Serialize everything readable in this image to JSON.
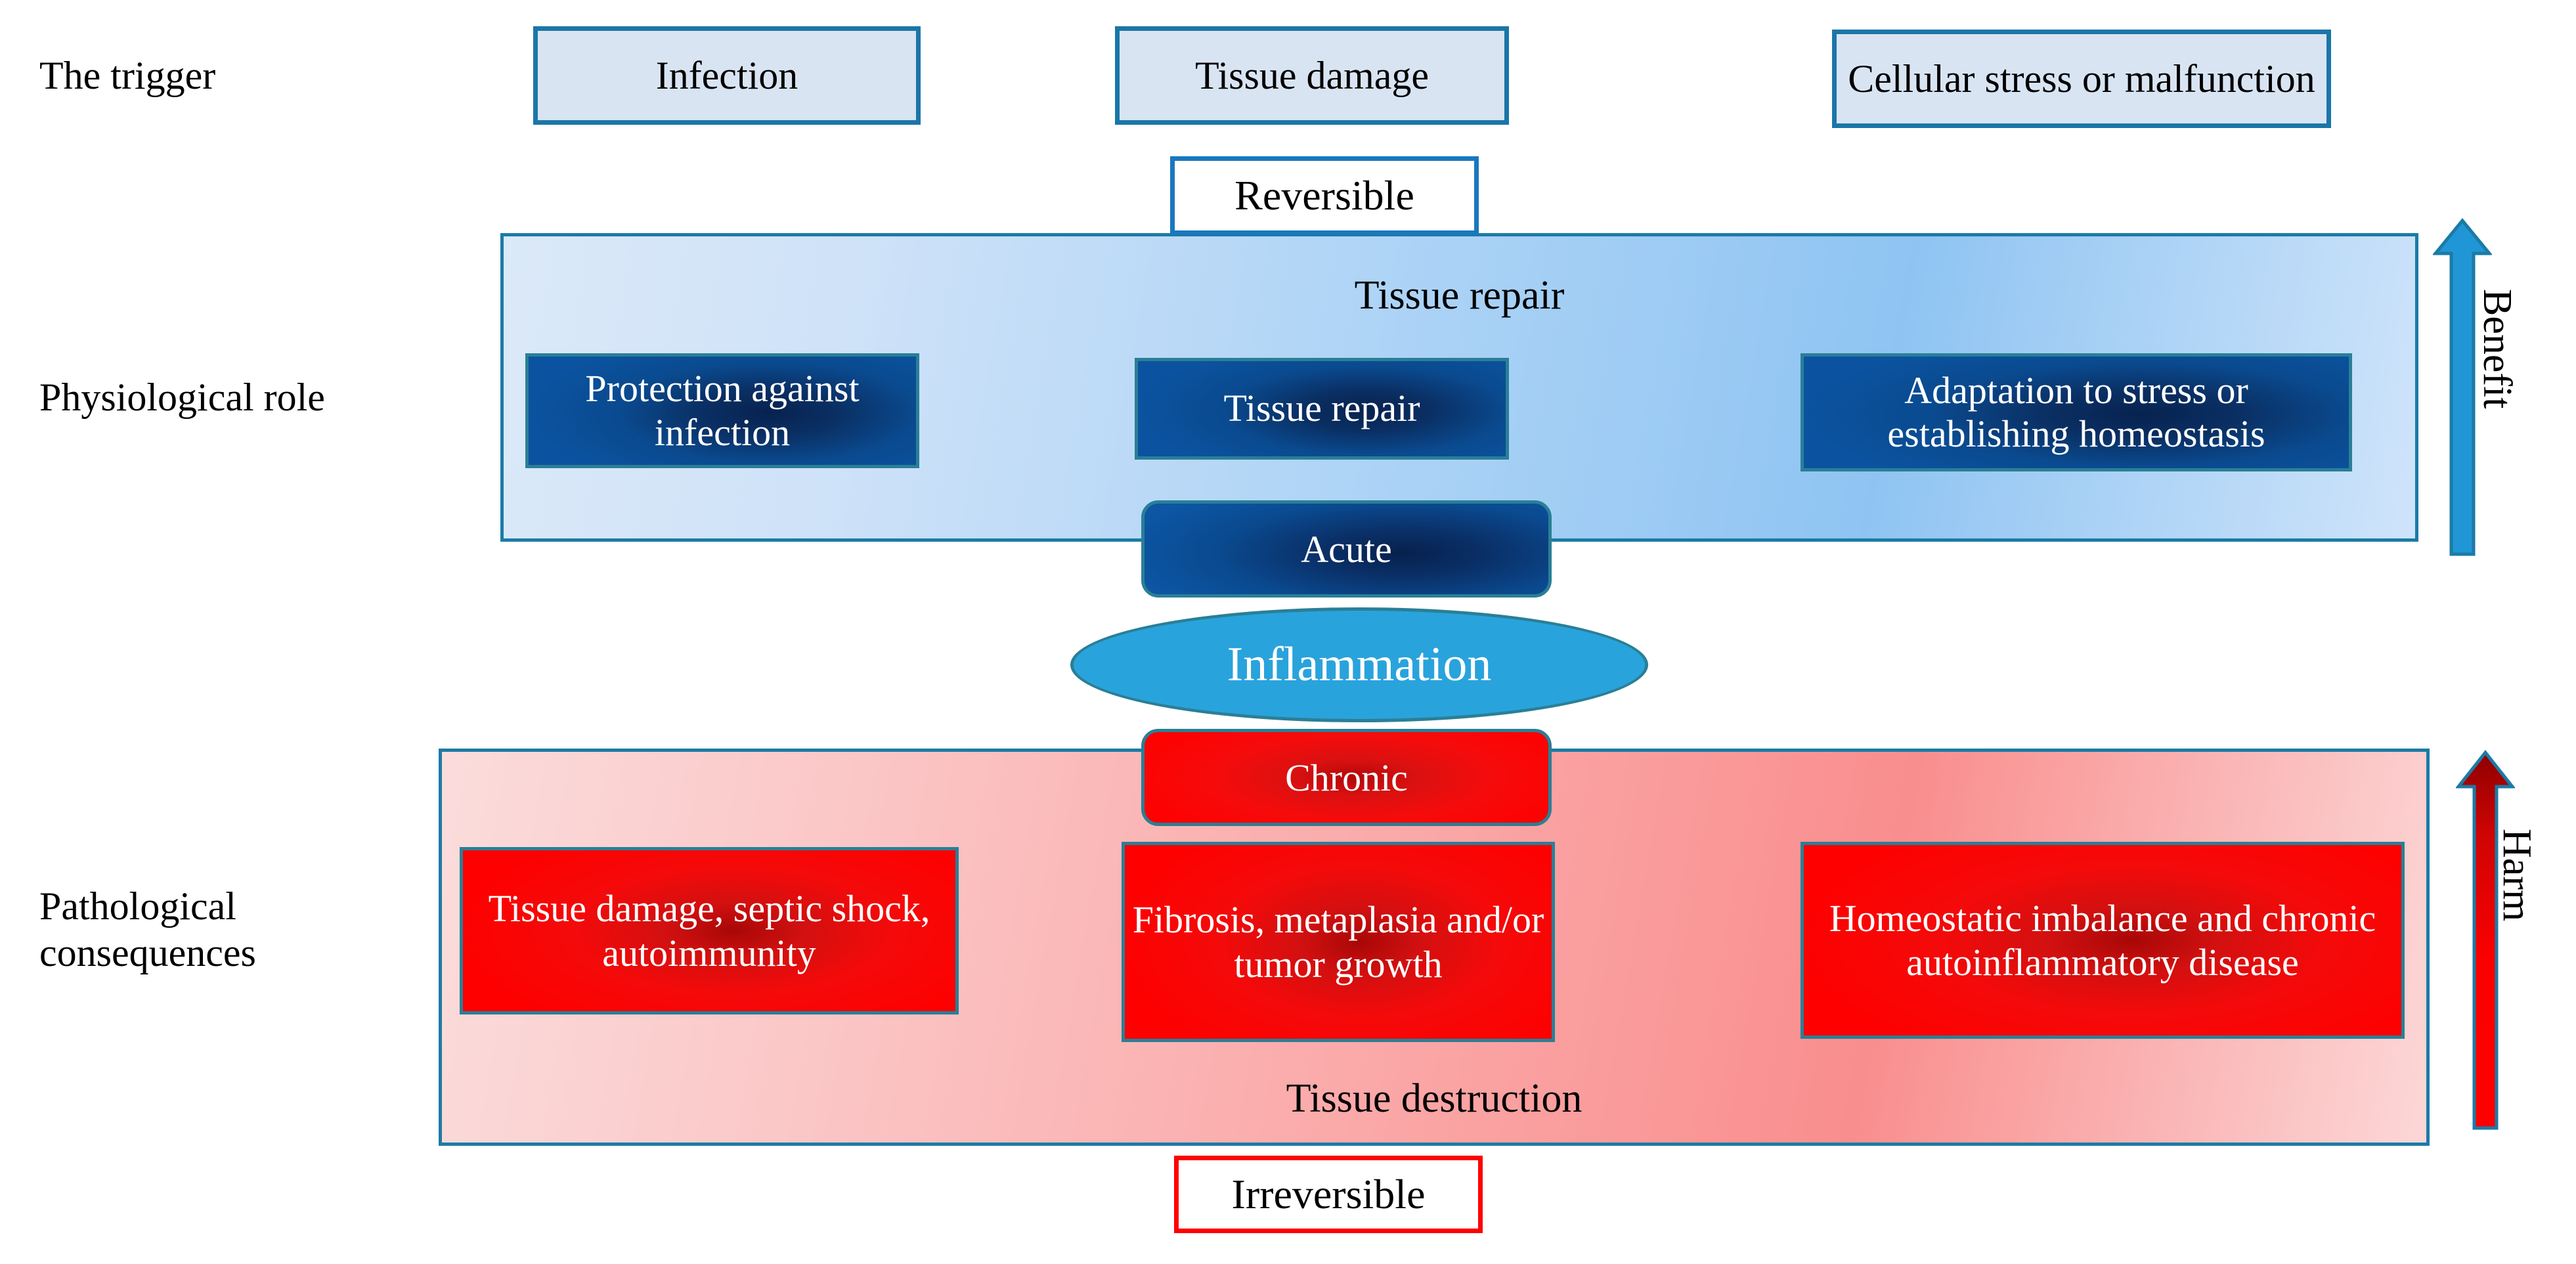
{
  "row_labels": [
    {
      "id": "trigger",
      "text": "The trigger"
    },
    {
      "id": "physiological",
      "text": "Physiological role"
    },
    {
      "id": "pathological",
      "text": "Pathological\nconsequences"
    }
  ],
  "triggers": [
    {
      "id": "infection",
      "label": "Infection"
    },
    {
      "id": "tissue-damage",
      "label": "Tissue damage"
    },
    {
      "id": "cellular-stress",
      "label": "Cellular stress or malfunction"
    }
  ],
  "states": {
    "reversible": "Reversible",
    "irreversible": "Irreversible"
  },
  "benefit_band": {
    "heading": "Tissue repair",
    "boxes": [
      {
        "id": "protection",
        "label": "Protection against infection"
      },
      {
        "id": "repair",
        "label": "Tissue repair"
      },
      {
        "id": "adaptation",
        "label": "Adaptation to stress or establishing homeostasis"
      }
    ]
  },
  "harm_band": {
    "heading": "Tissue destruction",
    "boxes": [
      {
        "id": "tissue-damage-septic",
        "label": "Tissue damage, septic shock, autoimmunity"
      },
      {
        "id": "fibrosis",
        "label": "Fibrosis, metaplasia and/or tumor growth"
      },
      {
        "id": "homeostatic-imbalance",
        "label": "Homeostatic imbalance and chronic autoinflammatory disease"
      }
    ]
  },
  "center": {
    "acute": "Acute",
    "inflammation": "Inflammation",
    "chronic": "Chronic"
  },
  "arrows": [
    {
      "id": "benefit",
      "label": "Benefit",
      "icon": "arrow-up-icon",
      "color": "#2196d6"
    },
    {
      "id": "harm",
      "label": "Harm",
      "icon": "arrow-up-icon",
      "color": "#ff0000"
    }
  ],
  "colors": {
    "trigger_fill": "#d9e4f3",
    "trigger_border": "#1b76a8",
    "band_border": "#1b7ba6",
    "blue_dark": "#0a4a8f",
    "red": "#ff0000",
    "inflammation": "#29a3dc",
    "benefit_arrow": "#2196d6",
    "harm_arrow": "#ff0000"
  }
}
